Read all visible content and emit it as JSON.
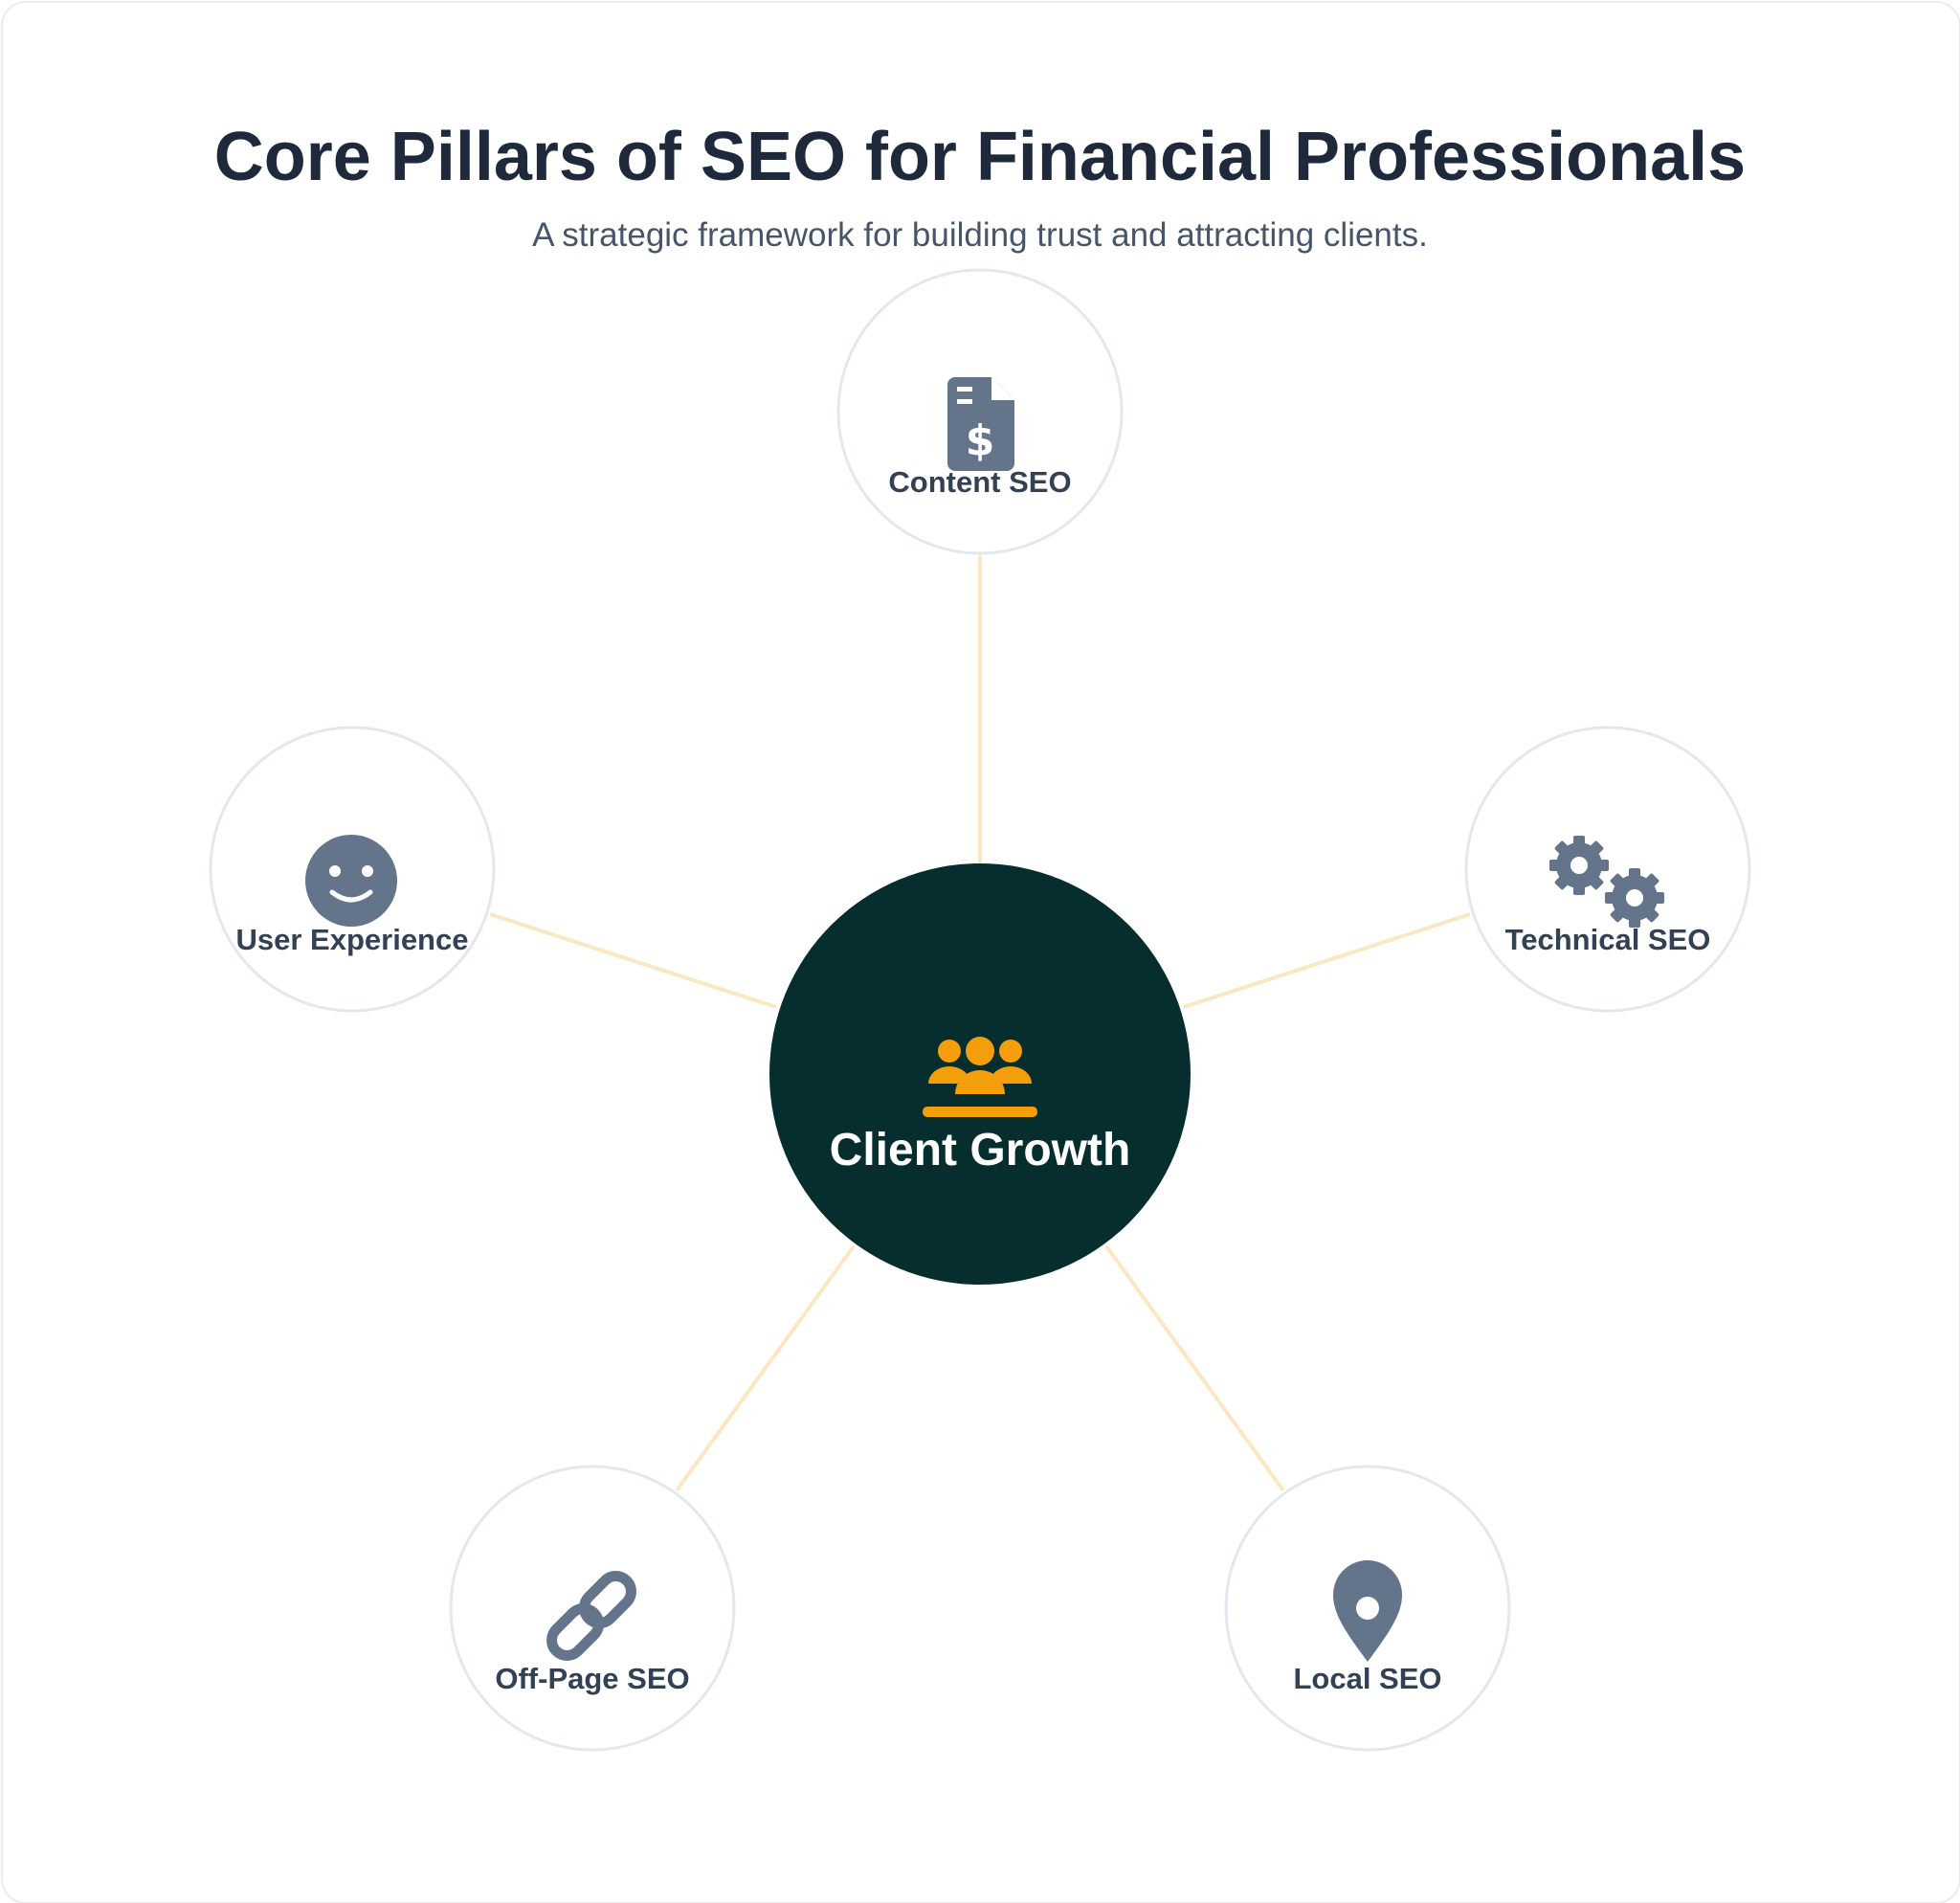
{
  "header": {
    "title": "Core Pillars of SEO for Financial Professionals",
    "subtitle": "A strategic framework for building trust and attracting clients."
  },
  "center": {
    "label": "Client Growth",
    "icon": "users-icon"
  },
  "pillars": [
    {
      "label": "Content SEO",
      "icon": "file-invoice-dollar-icon"
    },
    {
      "label": "Technical SEO",
      "icon": "gears-icon"
    },
    {
      "label": "Local SEO",
      "icon": "map-marker-icon"
    },
    {
      "label": "Off-Page SEO",
      "icon": "link-icon"
    },
    {
      "label": "User Experience",
      "icon": "smile-icon"
    }
  ],
  "colors": {
    "center_fill": "#062e2e",
    "accent": "#f59e0b",
    "icon_gray": "#64748b",
    "connector": "#fbe7c2",
    "node_border": "#e2e8f0",
    "title_text": "#1e293b"
  }
}
